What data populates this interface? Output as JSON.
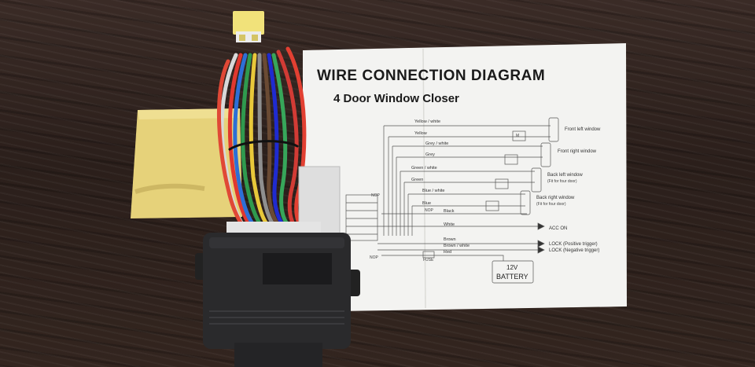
{
  "diagram": {
    "title": "WIRE CONNECTION DIAGRAM",
    "subtitle": "4 Door Window Closer",
    "wires": [
      {
        "label": "Yellow / white"
      },
      {
        "label": "Yellow"
      },
      {
        "label": "Grey / white"
      },
      {
        "label": "Grey"
      },
      {
        "label": "Green / white"
      },
      {
        "label": "Green"
      },
      {
        "label": "Blue / white"
      },
      {
        "label": "Blue"
      },
      {
        "label": "Black"
      },
      {
        "label": "White"
      },
      {
        "label": "Brown"
      },
      {
        "label": "Brown / white"
      },
      {
        "label": "Red"
      }
    ],
    "windows": {
      "front_left": "Front left window",
      "front_right": "Front right window",
      "back_left": "Back left  window",
      "back_left_note": "(Fit for four door)",
      "back_right": "Back right  window",
      "back_right_note": "(Fit for four door)"
    },
    "signals": {
      "acc": "ACC  ON",
      "lock_pos": "LOCK (Positive trigger)",
      "lock_neg": "LOCK (Negative trigger)"
    },
    "battery": {
      "label": "BATTERY",
      "voltage": "12V"
    },
    "markers": {
      "nop_a": "NOP",
      "nop_b": "NOP",
      "nop_c": "NOP",
      "fuse": "FUSE",
      "motor": "M"
    }
  },
  "colors": {
    "table": "#2f221d",
    "paper": "#f3f3f1",
    "module": "#2a2a2c",
    "pad": "#e6d27a",
    "fuse": "#f1e27a"
  }
}
